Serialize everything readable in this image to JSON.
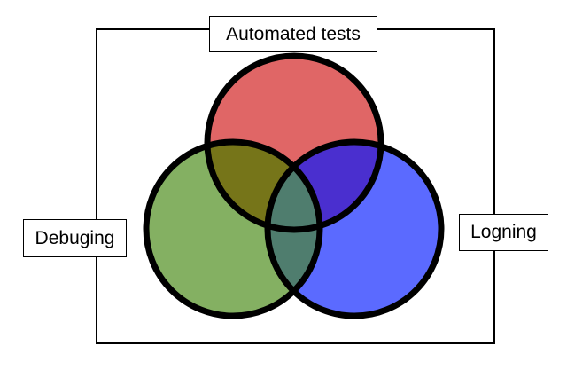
{
  "labels": {
    "top": "Automated tests",
    "left": "Debuging",
    "right": "Logning"
  },
  "colors": {
    "red_circle": "#e06666",
    "green_circle": "#84b062",
    "blue_circle": "#5b6aff",
    "red_green_overlap": "#767519",
    "red_blue_overlap": "#4a2fcf",
    "green_blue_overlap": "#4f7d6e",
    "center_overlap": "#4f7d6e",
    "outline": "#000000"
  }
}
